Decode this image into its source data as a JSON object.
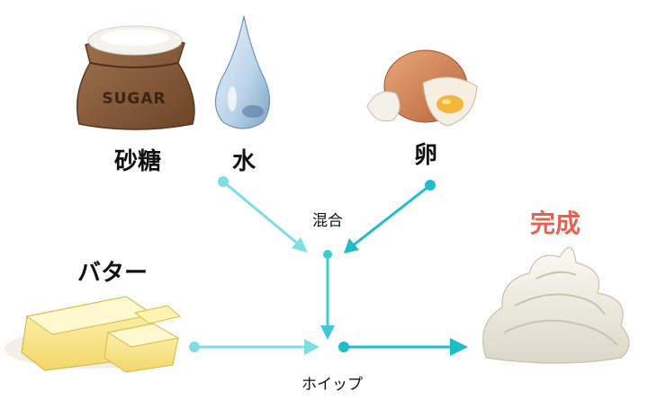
{
  "ingredients": {
    "sugar": {
      "label": "砂糖",
      "sack_text": "SUGAR",
      "icon": "sugar-sack-icon"
    },
    "water": {
      "label": "水",
      "icon": "water-drop-icon"
    },
    "egg": {
      "label": "卵",
      "icon": "cracked-egg-icon"
    },
    "butter": {
      "label": "バター",
      "icon": "butter-block-icon"
    }
  },
  "steps": {
    "mix": {
      "label": "混合"
    },
    "whip": {
      "label": "ホイップ"
    }
  },
  "result": {
    "label": "完成",
    "icon": "whipped-cream-icon"
  },
  "colors": {
    "arrow_light": "#7fdde6",
    "arrow_medium": "#3ccad6",
    "arrow_strong": "#1fbcc9",
    "result_label": "#e8604f",
    "text": "#111111"
  }
}
